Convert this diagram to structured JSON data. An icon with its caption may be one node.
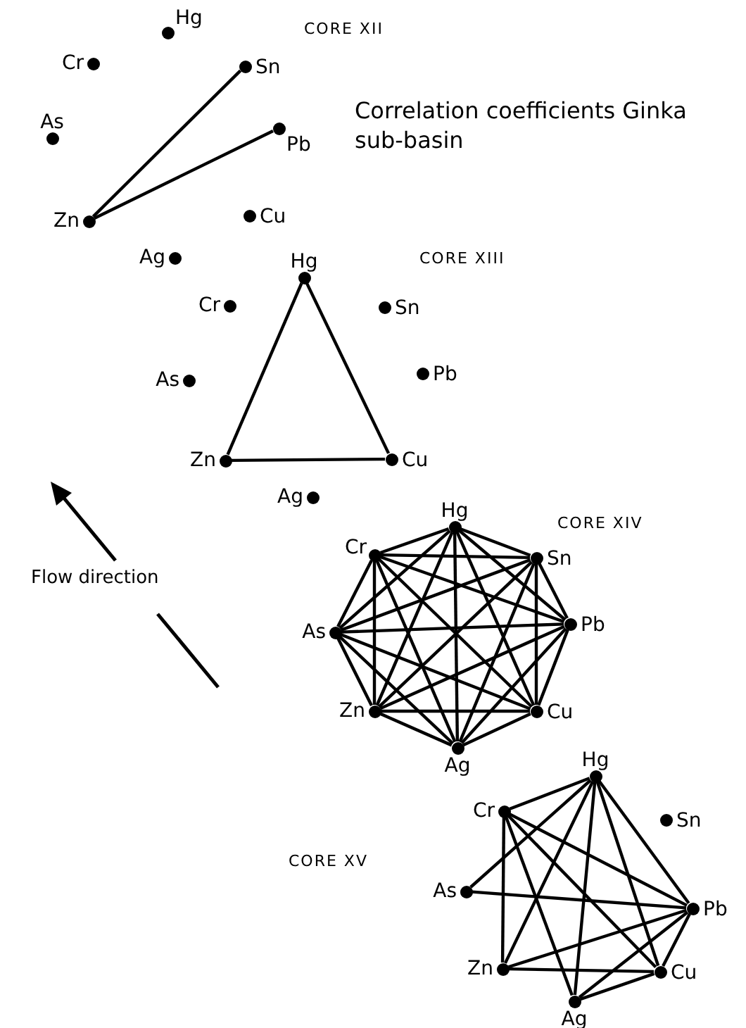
{
  "diagram": {
    "title": "Correlation coefficients Ginka sub-basin",
    "nodes": [
      {
        "text": [
          "Hg"
        ]
      },
      {
        "text": [
          "Cr"
        ]
      },
      {
        "text": [
          "Sn"
        ]
      },
      {
        "text": [
          "As"
        ]
      },
      {
        "text": [
          "Pb"
        ]
      },
      {
        "text": [
          "Zn"
        ]
      },
      {
        "text": [
          "Cu"
        ]
      },
      {
        "text": [
          "Ag"
        ]
      },
      {
        "text": [
          "Hg"
        ]
      },
      {
        "text": [
          "Cr"
        ]
      },
      {
        "text": [
          "Sn"
        ]
      },
      {
        "text": [
          "As"
        ]
      },
      {
        "text": [
          "Pb"
        ]
      },
      {
        "text": [
          "Zn"
        ]
      },
      {
        "text": [
          "Cu"
        ]
      },
      {
        "text": [
          "Ag"
        ]
      },
      {
        "text": [
          "Hg"
        ]
      },
      {
        "text": [
          "Cr"
        ]
      },
      {
        "text": [
          "Sn"
        ]
      },
      {
        "text": [
          "As"
        ]
      },
      {
        "text": [
          "Pb"
        ]
      },
      {
        "text": [
          "Zn"
        ]
      },
      {
        "text": [
          "Cu"
        ]
      },
      {
        "text": [
          "Ag"
        ]
      },
      {
        "text": [
          "Hg"
        ]
      },
      {
        "text": [
          "Cr"
        ]
      },
      {
        "text": [
          "Sn"
        ]
      },
      {
        "text": [
          "As"
        ]
      },
      {
        "text": [
          "Pb"
        ]
      },
      {
        "text": [
          "Zn"
        ]
      },
      {
        "text": [
          "Cu"
        ]
      },
      {
        "text": [
          "Ag"
        ]
      }
    ],
    "edges": [
      {
        "from": 5,
        "to": 2,
        "arrow": "none"
      },
      {
        "from": 5,
        "to": 4,
        "arrow": "none"
      },
      {
        "from": 8,
        "to": 13,
        "arrow": "none"
      },
      {
        "from": 8,
        "to": 14,
        "arrow": "none"
      },
      {
        "from": 13,
        "to": 14,
        "arrow": "none"
      },
      {
        "from": 16,
        "to": 17,
        "arrow": "none"
      },
      {
        "from": 16,
        "to": 18,
        "arrow": "none"
      },
      {
        "from": 16,
        "to": 19,
        "arrow": "none"
      },
      {
        "from": 16,
        "to": 20,
        "arrow": "none"
      },
      {
        "from": 16,
        "to": 21,
        "arrow": "none"
      },
      {
        "from": 16,
        "to": 22,
        "arrow": "none"
      },
      {
        "from": 16,
        "to": 23,
        "arrow": "none"
      },
      {
        "from": 17,
        "to": 18,
        "arrow": "none"
      },
      {
        "from": 17,
        "to": 19,
        "arrow": "none"
      },
      {
        "from": 17,
        "to": 20,
        "arrow": "none"
      },
      {
        "from": 17,
        "to": 21,
        "arrow": "none"
      },
      {
        "from": 17,
        "to": 22,
        "arrow": "none"
      },
      {
        "from": 17,
        "to": 23,
        "arrow": "none"
      },
      {
        "from": 18,
        "to": 19,
        "arrow": "none"
      },
      {
        "from": 18,
        "to": 20,
        "arrow": "none"
      },
      {
        "from": 18,
        "to": 21,
        "arrow": "none"
      },
      {
        "from": 18,
        "to": 22,
        "arrow": "none"
      },
      {
        "from": 18,
        "to": 23,
        "arrow": "none"
      },
      {
        "from": 19,
        "to": 20,
        "arrow": "none"
      },
      {
        "from": 19,
        "to": 21,
        "arrow": "none"
      },
      {
        "from": 19,
        "to": 22,
        "arrow": "none"
      },
      {
        "from": 19,
        "to": 23,
        "arrow": "none"
      },
      {
        "from": 20,
        "to": 21,
        "arrow": "none"
      },
      {
        "from": 20,
        "to": 22,
        "arrow": "none"
      },
      {
        "from": 20,
        "to": 23,
        "arrow": "none"
      },
      {
        "from": 21,
        "to": 22,
        "arrow": "none"
      },
      {
        "from": 21,
        "to": 23,
        "arrow": "none"
      },
      {
        "from": 22,
        "to": 23,
        "arrow": "none"
      },
      {
        "from": 24,
        "to": 25,
        "arrow": "none"
      },
      {
        "from": 24,
        "to": 27,
        "arrow": "none"
      },
      {
        "from": 24,
        "to": 29,
        "arrow": "none"
      },
      {
        "from": 24,
        "to": 31,
        "arrow": "none"
      },
      {
        "from": 24,
        "to": 30,
        "arrow": "none"
      },
      {
        "from": 24,
        "to": 28,
        "arrow": "none"
      },
      {
        "from": 25,
        "to": 29,
        "arrow": "none"
      },
      {
        "from": 25,
        "to": 28,
        "arrow": "none"
      },
      {
        "from": 25,
        "to": 30,
        "arrow": "none"
      },
      {
        "from": 25,
        "to": 31,
        "arrow": "none"
      },
      {
        "from": 27,
        "to": 28,
        "arrow": "none"
      },
      {
        "from": 29,
        "to": 28,
        "arrow": "none"
      },
      {
        "from": 29,
        "to": 30,
        "arrow": "none"
      },
      {
        "from": 31,
        "to": 28,
        "arrow": "none"
      },
      {
        "from": 31,
        "to": 30,
        "arrow": "none"
      },
      {
        "from": 30,
        "to": 28,
        "arrow": "none"
      }
    ],
    "labels": [
      "CORE XII",
      "CORE XIII",
      "CORE XIV",
      "Flow direction",
      "CORE XV"
    ]
  }
}
